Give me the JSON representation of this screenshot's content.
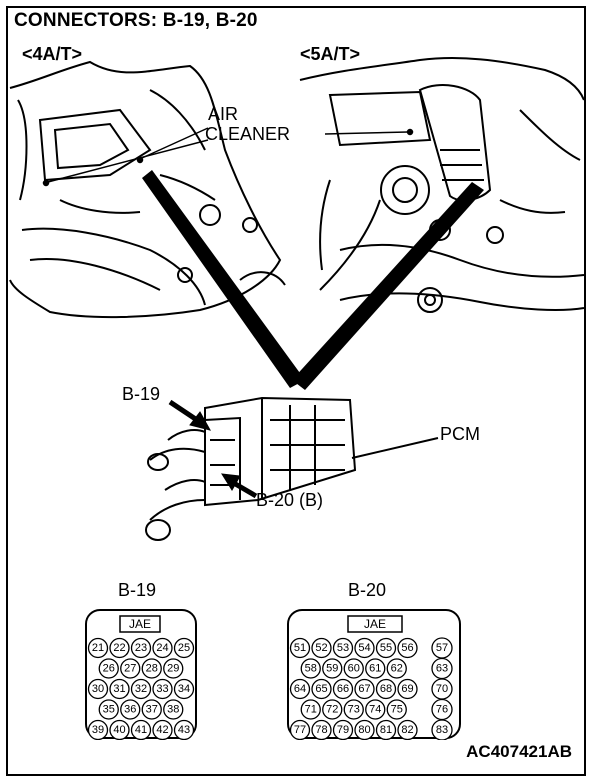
{
  "title": "CONNECTORS: B-19, B-20",
  "variant_left": "<4A/T>",
  "variant_right": "<5A/T>",
  "labels": {
    "air_cleaner_1": "AIR",
    "air_cleaner_2": "CLEANER",
    "b19_callout": "B-19",
    "pcm": "PCM",
    "b20_callout": "B-20 (B)"
  },
  "connectors": {
    "b19": {
      "title": "B-19",
      "maker": "JAE",
      "rows": [
        [
          "21",
          "22",
          "23",
          "24",
          "25"
        ],
        [
          "26",
          "27",
          "28",
          "29"
        ],
        [
          "30",
          "31",
          "32",
          "33",
          "34"
        ],
        [
          "35",
          "36",
          "37",
          "38"
        ],
        [
          "39",
          "40",
          "41",
          "42",
          "43"
        ]
      ]
    },
    "b20": {
      "title": "B-20",
      "maker": "JAE",
      "rows": [
        [
          "51",
          "52",
          "53",
          "54",
          "55",
          "56"
        ],
        [
          "58",
          "59",
          "60",
          "61",
          "62"
        ],
        [
          "64",
          "65",
          "66",
          "67",
          "68",
          "69"
        ],
        [
          "71",
          "72",
          "73",
          "74",
          "75"
        ],
        [
          "77",
          "78",
          "79",
          "80",
          "81",
          "82"
        ]
      ],
      "side_pins": [
        "57",
        "63",
        "70",
        "76",
        "83"
      ]
    }
  },
  "figure_code": "AC407421AB"
}
